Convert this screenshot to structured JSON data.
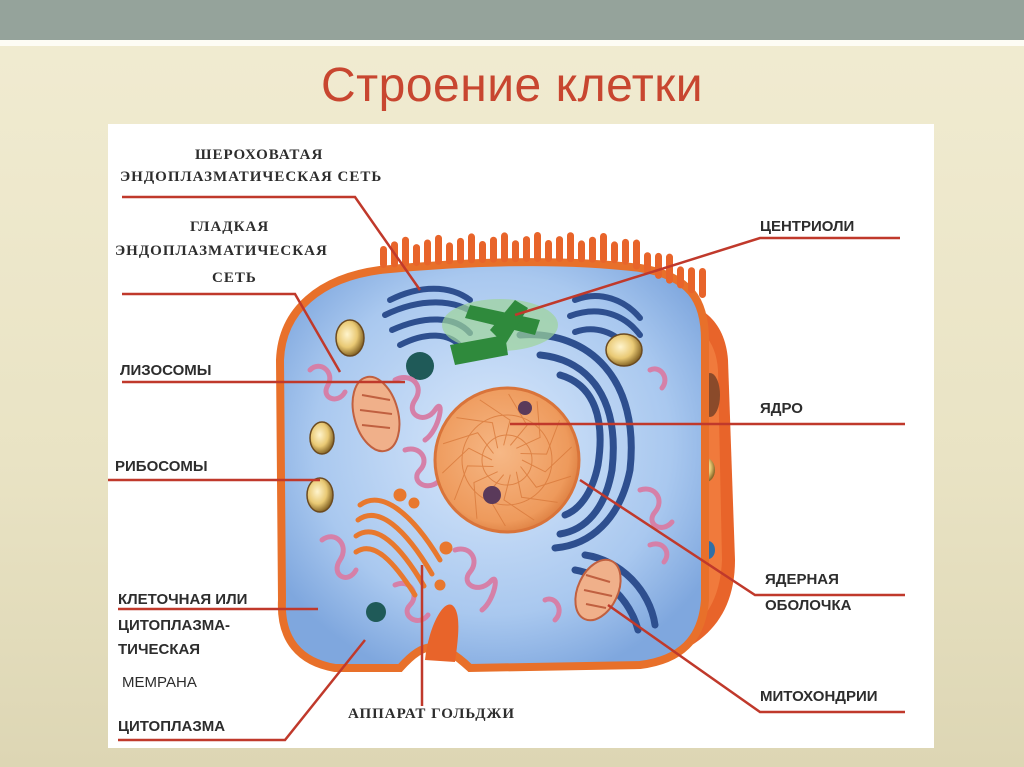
{
  "title": "Строение клетки",
  "labels": {
    "rough_er_1": "ШЕРОХОВАТАЯ",
    "rough_er_2": "ЭНДОПЛАЗМАТИЧЕСКАЯ СЕТЬ",
    "smooth_er_1": "ГЛАДКАЯ",
    "smooth_er_2": "ЭНДОПЛАЗМАТИЧЕСКАЯ",
    "smooth_er_3": "СЕТЬ",
    "lysosomes": "ЛИЗОСОМЫ",
    "ribosomes": "РИБОСОМЫ",
    "membrane_1": "КЛЕТОЧНАЯ ИЛИ",
    "membrane_2": "ЦИТОПЛАЗМА-",
    "membrane_3": "ТИЧЕСКАЯ",
    "membrane_4": "МЕМРАНА",
    "cytoplasm": "ЦИТОПЛАЗМА",
    "golgi": "АППАРАТ ГОЛЬДЖИ",
    "centrioles": "ЦЕНТРИОЛИ",
    "nucleus": "ЯДРО",
    "nuclear_env_1": "ЯДЕРНАЯ",
    "nuclear_env_2": "ОБОЛОЧКА",
    "mitochondria": "МИТОХОНДРИИ"
  },
  "colors": {
    "title": "#c84630",
    "leader_line": "#c0392b",
    "cytoplasm": "#bcd5f2",
    "membrane": "#e8702a",
    "nucleus": "#f2a36a",
    "er": "#2e4f8f",
    "golgi": "#e8782e",
    "centriole": "#2f8a3c",
    "smooth_er": "#e8a2c0"
  }
}
